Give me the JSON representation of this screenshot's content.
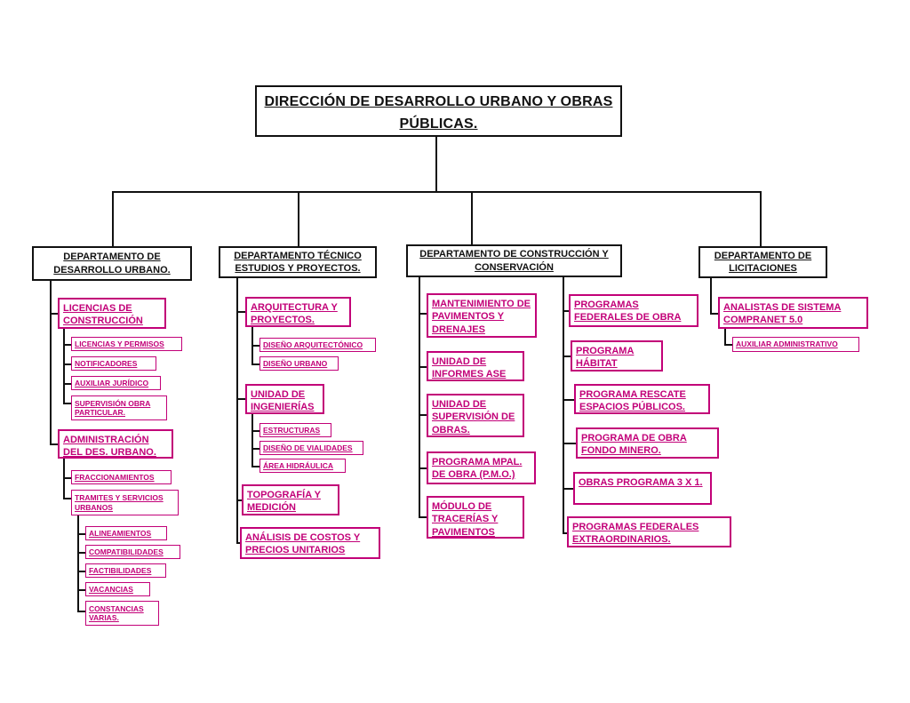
{
  "colors": {
    "accent": "#c20078",
    "line": "#111111"
  },
  "root": {
    "label": "DIRECCIÓN DE DESARROLLO URBANO Y OBRAS PÚBLICAS."
  },
  "departments": [
    {
      "label": "DEPARTAMENTO DE DESARROLLO URBANO.",
      "children": [
        {
          "label": "LICENCIAS DE CONSTRUCCIÓN",
          "children": [
            {
              "label": "LICENCIAS Y PERMISOS"
            },
            {
              "label": "NOTIFICADORES"
            },
            {
              "label": "AUXILIAR JURÍDICO"
            },
            {
              "label": "SUPERVISIÓN OBRA PARTICULAR."
            }
          ]
        },
        {
          "label": "ADMINISTRACIÓN DEL DES. URBANO.",
          "children": [
            {
              "label": "FRACCIONAMIENTOS"
            },
            {
              "label": "TRAMITES Y SERVICIOS URBANOS",
              "children": [
                {
                  "label": "ALINEAMIENTOS"
                },
                {
                  "label": "COMPATIBILIDADES"
                },
                {
                  "label": "FACTIBILIDADES"
                },
                {
                  "label": "VACANCIAS"
                },
                {
                  "label": "CONSTANCIAS VARIAS."
                }
              ]
            }
          ]
        }
      ]
    },
    {
      "label": "DEPARTAMENTO TÉCNICO ESTUDIOS Y PROYECTOS.",
      "children": [
        {
          "label": "ARQUITECTURA Y PROYECTOS.",
          "children": [
            {
              "label": "DISEÑO ARQUITECTÓNICO"
            },
            {
              "label": "DISEÑO URBANO"
            }
          ]
        },
        {
          "label": "UNIDAD DE INGENIERÍAS",
          "children": [
            {
              "label": "ESTRUCTURAS"
            },
            {
              "label": "DISEÑO DE VIALIDADES"
            },
            {
              "label": "ÁREA HIDRÁULICA"
            }
          ]
        },
        {
          "label": "TOPOGRAFÍA Y MEDICIÓN"
        },
        {
          "label": "ANÁLISIS DE COSTOS Y PRECIOS UNITARIOS"
        }
      ]
    },
    {
      "label": "DEPARTAMENTO DE CONSTRUCCIÓN Y CONSERVACIÓN",
      "left": [
        {
          "label": "MANTENIMIENTO DE PAVIMENTOS Y DRENAJES"
        },
        {
          "label": "UNIDAD DE INFORMES ASE"
        },
        {
          "label": "UNIDAD DE SUPERVISIÓN DE OBRAS."
        },
        {
          "label": "PROGRAMA MPAL. DE OBRA (P.M.O.)"
        },
        {
          "label": "MÓDULO DE TRACERÍAS Y PAVIMENTOS"
        }
      ],
      "right": [
        {
          "label": "PROGRAMAS FEDERALES DE OBRA"
        },
        {
          "label": "PROGRAMA HÁBITAT"
        },
        {
          "label": "PROGRAMA RESCATE ESPACIOS PÚBLICOS."
        },
        {
          "label": "PROGRAMA DE OBRA FONDO MINERO."
        },
        {
          "label": "OBRAS PROGRAMA 3 X 1."
        },
        {
          "label": "PROGRAMAS FEDERALES EXTRAORDINARIOS."
        }
      ]
    },
    {
      "label": "DEPARTAMENTO DE LICITACIONES",
      "children": [
        {
          "label": "ANALISTAS DE SISTEMA COMPRANET 5.0",
          "children": [
            {
              "label": "AUXILIAR ADMINISTRATIVO"
            }
          ]
        }
      ]
    }
  ]
}
